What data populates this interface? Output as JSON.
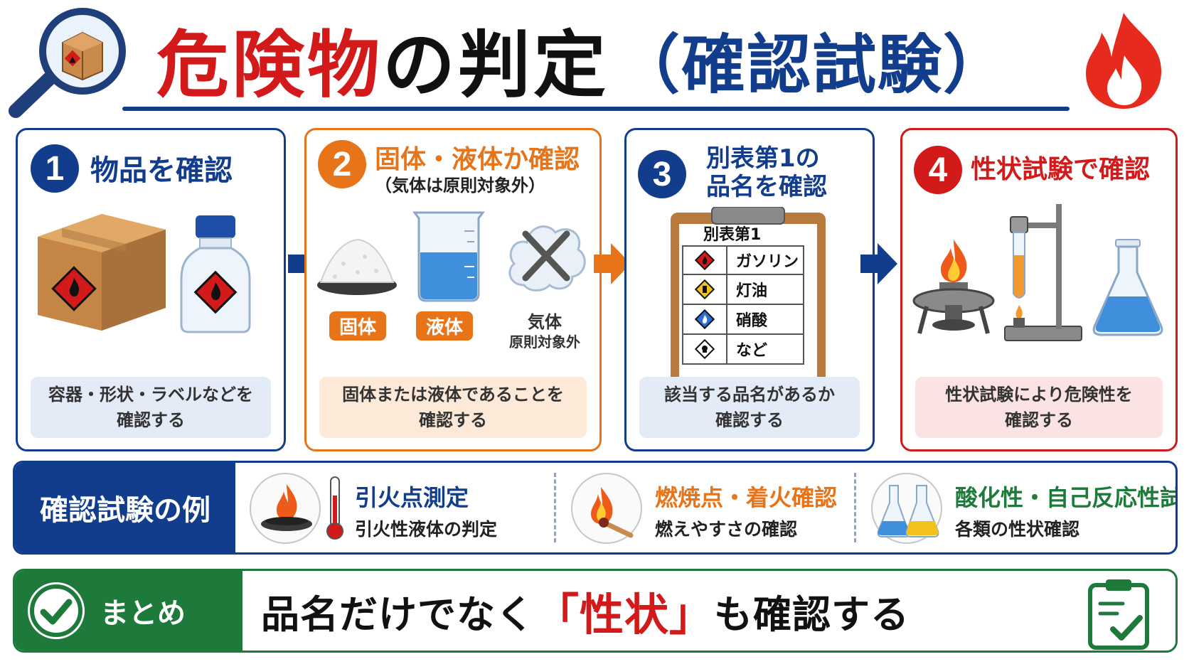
{
  "title": {
    "part_red": "危険物",
    "part_black": "の判定",
    "part_blue": "（確認試験）",
    "icons": [
      "magnifier-box-icon",
      "fire-icon"
    ]
  },
  "steps": [
    {
      "number": "1",
      "title": "物品を確認",
      "note_line1": "容器・形状・ラベルなどを",
      "note_line2": "確認する",
      "icons": [
        "cardboard-box-icon",
        "bottle-icon"
      ],
      "color": "#123d8c"
    },
    {
      "number": "2",
      "title": "固体・液体か確認",
      "subtitle": "（気体は原則対象外）",
      "solid_label": "固体",
      "liquid_label": "液体",
      "gas_label": "気体",
      "gas_note": "原則対象外",
      "note_line1": "固体または液体であることを",
      "note_line2": "確認する",
      "icons": [
        "powder-pile-icon",
        "beaker-icon",
        "gas-cloud-x-icon"
      ],
      "color": "#e8741a"
    },
    {
      "number": "3",
      "title_line1": "別表第1の",
      "title_line2": "品名を確認",
      "list_title": "別表第1",
      "list_items": [
        "ガソリン",
        "灯油",
        "硝酸",
        "など"
      ],
      "note_line1": "該当する品名があるか",
      "note_line2": "確認する",
      "icons": [
        "clipboard-list-icon"
      ],
      "color": "#123d8c"
    },
    {
      "number": "4",
      "title": "性状試験で確認",
      "note_line1": "性状試験により危険性を",
      "note_line2": "確認する",
      "icons": [
        "burner-icon",
        "test-tube-stand-icon",
        "flask-icon"
      ],
      "color": "#d21a1a"
    }
  ],
  "examples": {
    "label": "確認試験の例",
    "items": [
      {
        "name": "引火点測定",
        "desc": "引火性液体の判定",
        "color": "#123d8c",
        "icon": "flame-dish-thermometer-icon"
      },
      {
        "name": "燃焼点・着火確認",
        "desc": "燃えやすさの確認",
        "color": "#e8741a",
        "icon": "burning-match-icon"
      },
      {
        "name": "酸化性・自己反応性試験",
        "desc": "各類の性状確認",
        "color": "#1e7a3a",
        "icon": "flasks-icon"
      }
    ]
  },
  "summary": {
    "label": "まとめ",
    "text_before": "品名だけでなく",
    "highlight": "「性状」",
    "text_after": "も確認する",
    "icons": [
      "check-circle-icon",
      "clipboard-check-icon"
    ]
  }
}
